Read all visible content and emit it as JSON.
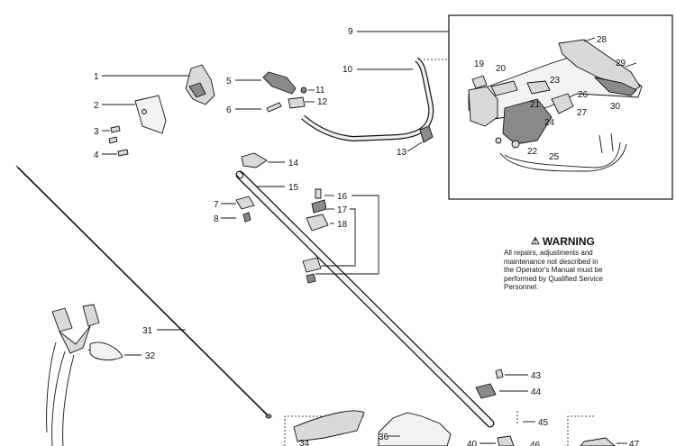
{
  "callouts": {
    "c1": "1",
    "c2": "2",
    "c3": "3",
    "c4": "4",
    "c5": "5",
    "c6": "6",
    "c7": "7",
    "c8": "8",
    "c9": "9",
    "c10": "10",
    "c11": "11",
    "c12": "12",
    "c13": "13",
    "c14": "14",
    "c15": "15",
    "c16": "16",
    "c17": "17",
    "c18": "18",
    "c19": "19",
    "c20": "20",
    "c21": "21",
    "c22": "22",
    "c23": "23",
    "c24": "24",
    "c25": "25",
    "c26": "26",
    "c27": "27",
    "c28": "28",
    "c29": "29",
    "c30": "30",
    "c31": "31",
    "c32": "32",
    "c34": "34",
    "c36": "36",
    "c40": "40",
    "c43": "43",
    "c44": "44",
    "c45": "45",
    "c46": "46",
    "c47": "47"
  },
  "warning": {
    "icon": "warning-triangle-icon",
    "title": "WARNING",
    "body": "All repairs, adjustments and\nmaintenance not described in\nthe Operator's Manual must be\nperformed by Qualified Service\nPersonnel."
  }
}
